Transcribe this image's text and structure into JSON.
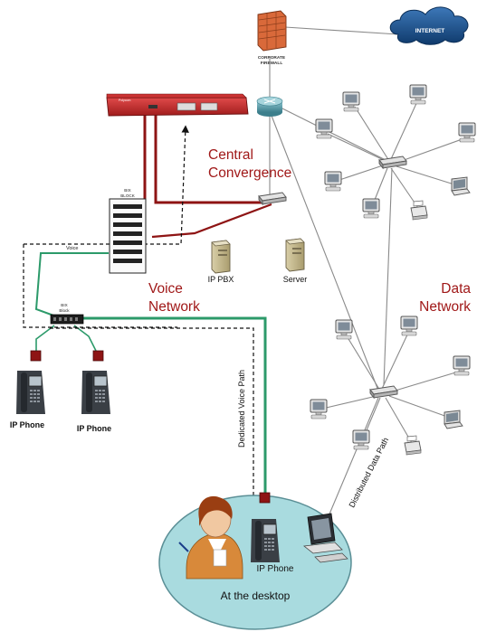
{
  "labels": {
    "internet": "INTERNET",
    "firewall_line1": "CORPORATE",
    "firewall_line2": "FIREWALL",
    "central_line1": "Central",
    "central_line2": "Convergence",
    "bix_block_top_line1": "BIX",
    "bix_block_top_line2": "BLOCK",
    "voice_small": "Voice",
    "bix_block_mid_line1": "BIX",
    "bix_block_mid_line2": "Block",
    "ip_pbx": "IP PBX",
    "server": "Server",
    "voice_network_line1": "Voice",
    "voice_network_line2": "Network",
    "data_network_line1": "Data",
    "data_network_line2": "Network",
    "ip_phone_left": "IP Phone",
    "ip_phone_right": "IP Phone",
    "dedicated_voice_path": "Dedicated Voice Path",
    "distributed_data_path": "Distributed Data Path",
    "desk_ip_phone": "IP Phone",
    "at_the_desktop": "At the desktop",
    "pbx_brand": "Polycom"
  },
  "colors": {
    "voice_red": "#8e1414",
    "voice_green": "#2c9a6a",
    "data_gray": "#8a8a8a",
    "desk_ellipse": "#a9dbdf",
    "cloud": "#1d4f86",
    "firewall": "#d9693a",
    "router": "#4f9aa8"
  },
  "icons": [
    "cloud-icon",
    "firewall-icon",
    "router-icon",
    "pbx-appliance-icon",
    "switch-icon",
    "desktop-computer-icon",
    "laptop-icon",
    "printer-icon",
    "server-tower-icon",
    "ip-phone-icon",
    "person-icon"
  ]
}
